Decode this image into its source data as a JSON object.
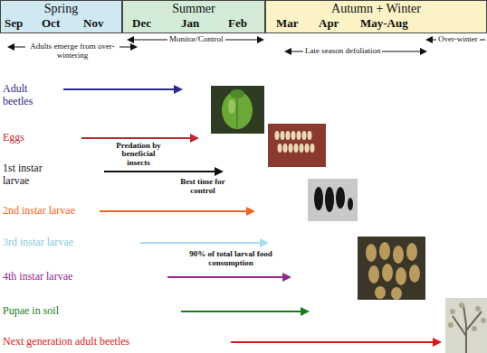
{
  "diagram": {
    "nodes": [
      {
        "text": [
          "Spring"
        ]
      },
      {
        "text": [
          "Summer"
        ]
      },
      {
        "text": [
          "Autumn + Winter"
        ]
      }
    ],
    "labels": [
      "Sep",
      "Oct",
      "Nov",
      "Dec",
      "Jan",
      "Feb",
      "Mar",
      "Apr",
      "May-Aug",
      "Adults emerge from over-wintering",
      "Monitor/Control",
      "Late season defoliation",
      "Over-winter",
      "Adult beetles",
      "Eggs",
      "Predation by beneficial insects",
      "1st instar larvae",
      "Best time for control",
      "2nd instar larvae",
      "3rd instar larvae",
      "90% of total larval food consumption",
      "4th instar larvae",
      "Pupae in soil",
      "Next generation adult beetles"
    ]
  }
}
